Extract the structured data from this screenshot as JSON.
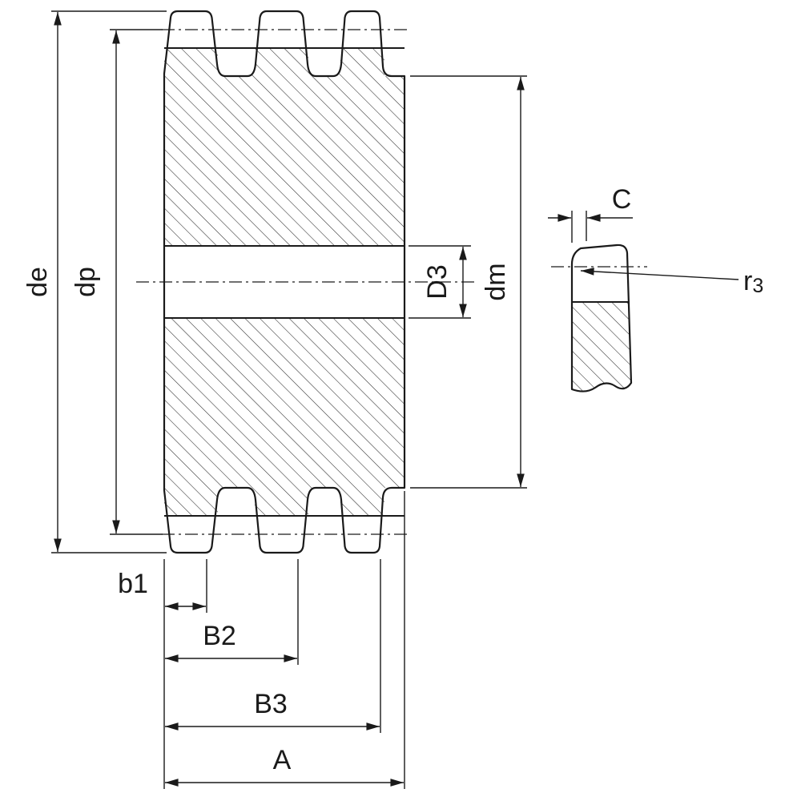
{
  "drawing": {
    "type": "technical-drawing",
    "subject": "triplex sprocket cross-section with tooth detail",
    "colors": {
      "line": "#1a1a1a",
      "background": "#ffffff"
    }
  },
  "labels": {
    "de": "de",
    "dp": "dp",
    "d3": "D3",
    "dm": "dm",
    "b1": "b1",
    "b2": "B2",
    "b3": "B3",
    "a": "A",
    "c": "C",
    "r3_base": "r",
    "r3_sub": "3"
  }
}
